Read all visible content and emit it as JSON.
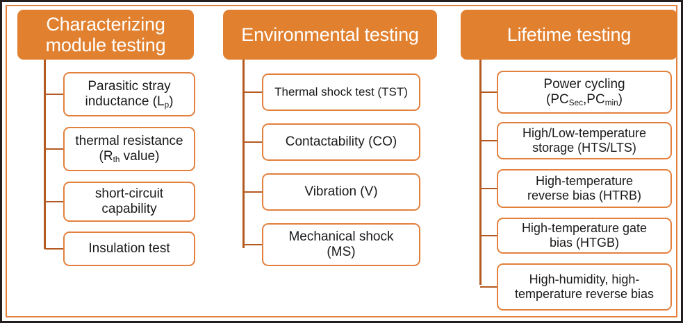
{
  "figure": {
    "frame_border_color": "#231f20",
    "accent_color": "#e1802f",
    "leaf_border_color": "#e2803d",
    "connector_color": "#b45a21",
    "header_text_color": "#ffffff",
    "leaf_text_color": "#1a1a1a"
  },
  "columns": [
    {
      "id": "characterizing-module-testing",
      "header": "Characterizing module testing",
      "header_lines": [
        "Characterizing",
        "module testing"
      ],
      "items": [
        {
          "id": "parasitic-stray-inductance",
          "lines": [
            "Parasitic stray",
            "inductance (L",
            "p",
            ")"
          ],
          "text": "Parasitic stray inductance (Lp)",
          "line1": "Parasitic stray",
          "line2_pre": "inductance (L",
          "line2_sub": "p",
          "line2_post": ")"
        },
        {
          "id": "thermal-resistance",
          "text": "thermal resistance (Rth value)",
          "line1": "thermal resistance",
          "line2_pre": "(R",
          "line2_sub": "th",
          "line2_post": " value)"
        },
        {
          "id": "short-circuit-capability",
          "text": "short-circuit capability",
          "line1": "short-circuit",
          "line2_pre": "capability",
          "line2_sub": "",
          "line2_post": ""
        },
        {
          "id": "insulation-test",
          "text": "Insulation test",
          "line1": "Insulation test",
          "line2_pre": "",
          "line2_sub": "",
          "line2_post": ""
        }
      ]
    },
    {
      "id": "environmental-testing",
      "header": "Environmental testing",
      "header_lines": [
        "Environmental testing"
      ],
      "items": [
        {
          "id": "thermal-shock-test",
          "text": "Thermal shock test (TST)",
          "line1": "Thermal shock test (TST)",
          "line2_pre": "",
          "line2_sub": "",
          "line2_post": ""
        },
        {
          "id": "contactability",
          "text": "Contactability (CO)",
          "line1": "Contactability (CO)",
          "line2_pre": "",
          "line2_sub": "",
          "line2_post": ""
        },
        {
          "id": "vibration",
          "text": "Vibration (V)",
          "line1": "Vibration (V)",
          "line2_pre": "",
          "line2_sub": "",
          "line2_post": ""
        },
        {
          "id": "mechanical-shock",
          "text": "Mechanical shock (MS)",
          "line1": "Mechanical shock",
          "line2_pre": "(MS)",
          "line2_sub": "",
          "line2_post": ""
        }
      ]
    },
    {
      "id": "lifetime-testing",
      "header": "Lifetime testing",
      "header_lines": [
        "Lifetime testing"
      ],
      "items": [
        {
          "id": "power-cycling",
          "text": "Power cycling (PCSec,PCmin)",
          "line1": "Power cycling",
          "line2_pre": "(PC",
          "line2_sub": "Sec",
          "line2_mid": ",PC",
          "line2_sub2": "min",
          "line2_post": ")"
        },
        {
          "id": "high-low-temperature-storage",
          "text": "High/Low-temperature storage (HTS/LTS)",
          "line1": "High/Low-temperature",
          "line2_pre": "storage (HTS/LTS)",
          "line2_sub": "",
          "line2_post": ""
        },
        {
          "id": "high-temperature-reverse-bias",
          "text": "High-temperature reverse bias (HTRB)",
          "line1": "High-temperature",
          "line2_pre": "reverse bias (HTRB)",
          "line2_sub": "",
          "line2_post": ""
        },
        {
          "id": "high-temperature-gate-bias",
          "text": "High-temperature gate bias (HTGB)",
          "line1": "High-temperature gate",
          "line2_pre": "bias (HTGB)",
          "line2_sub": "",
          "line2_post": ""
        },
        {
          "id": "high-humidity-high-temperature-reverse-bias",
          "text": "High-humidity, high-temperature reverse bias",
          "line1": "High-humidity, high-",
          "line2_pre": "temperature reverse bias",
          "line2_sub": "",
          "line2_post": ""
        }
      ]
    }
  ]
}
